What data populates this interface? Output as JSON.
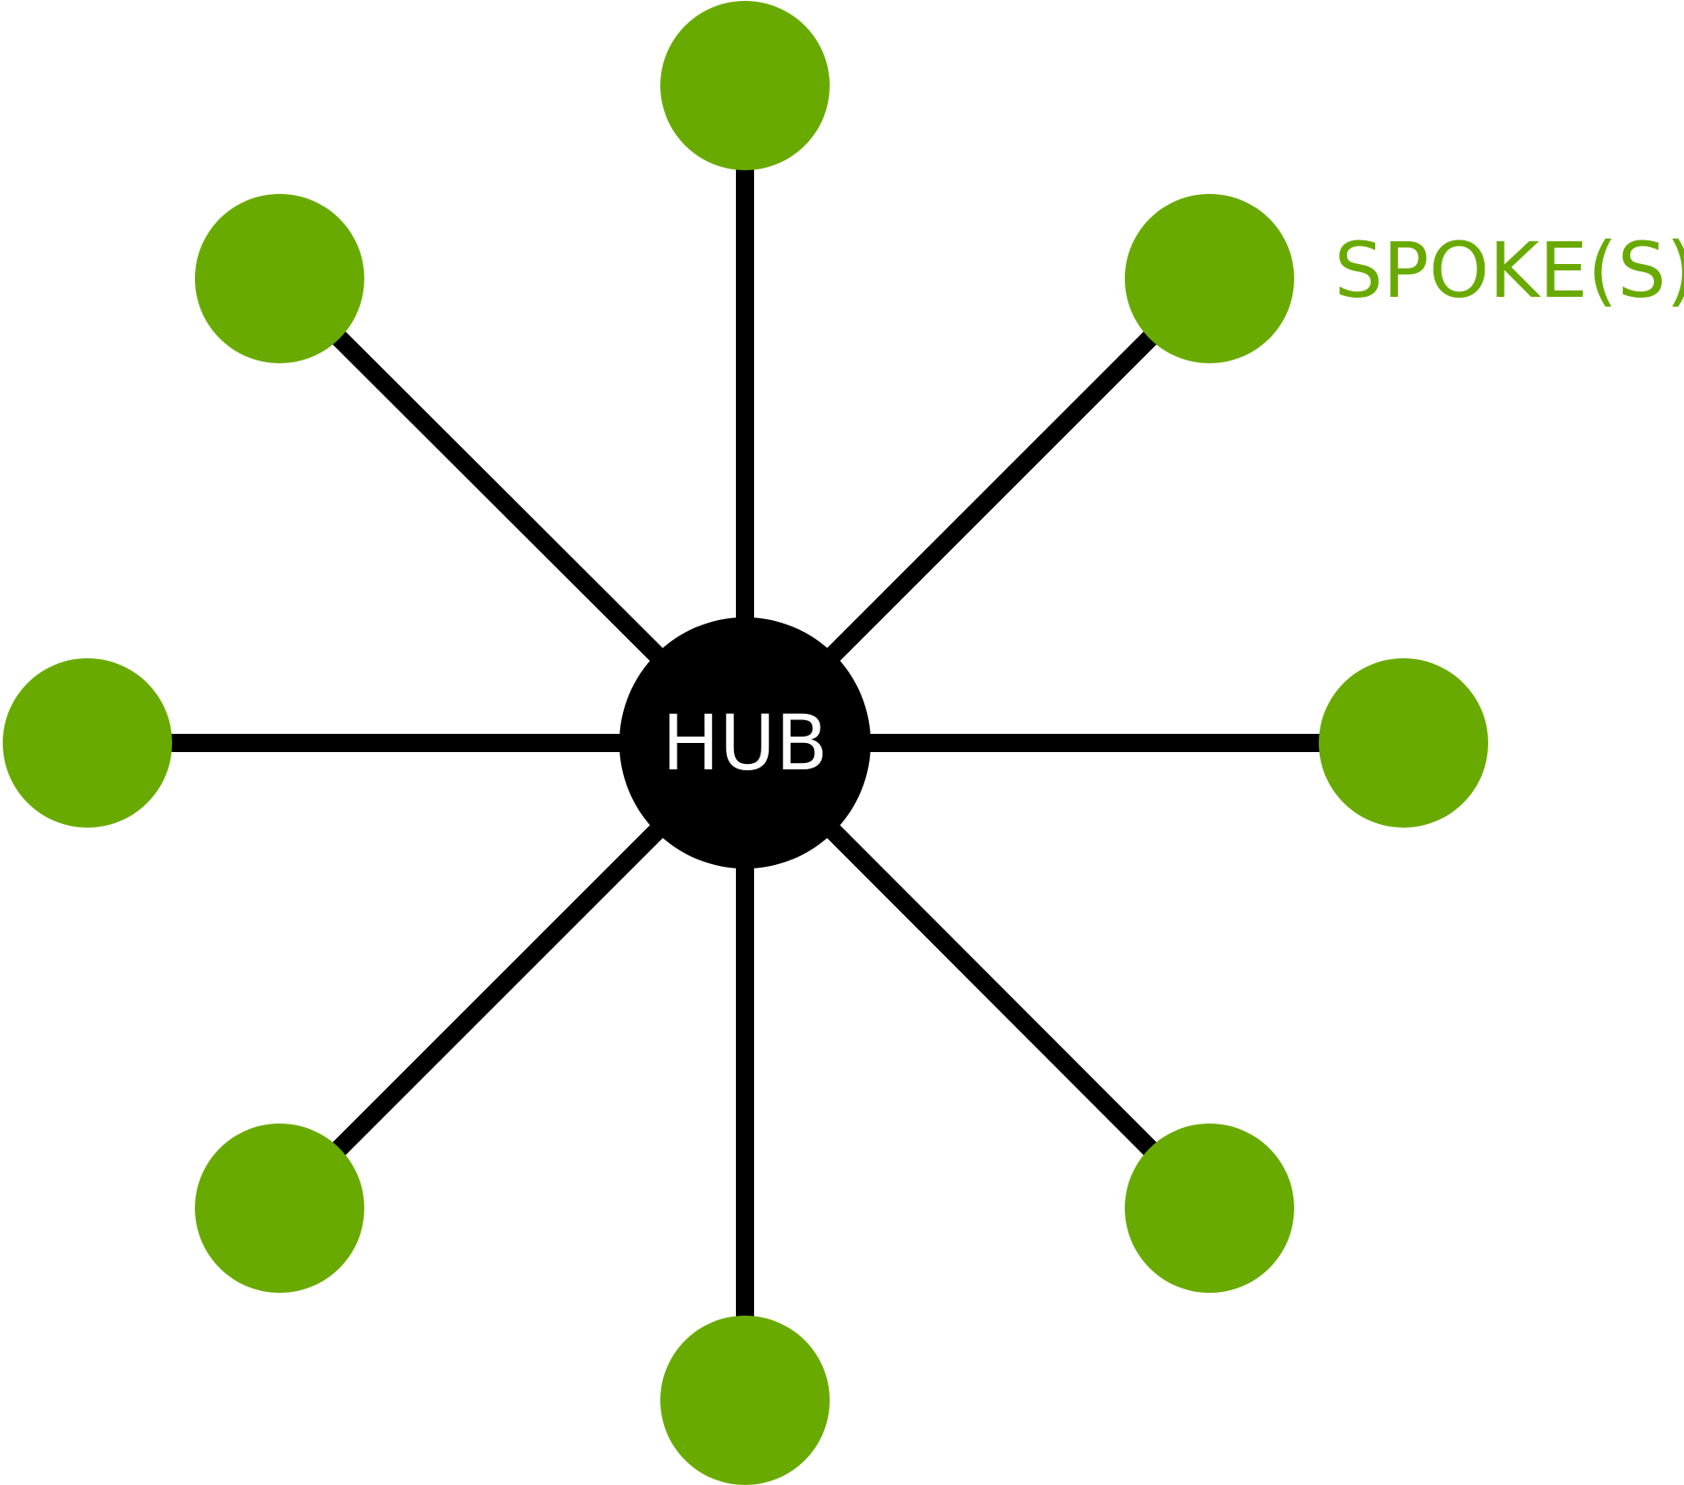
{
  "diagram": {
    "hub": {
      "label": "HUB",
      "color": "#000000",
      "text_color": "#ffffff"
    },
    "spokes_label": "SPOKE(S)",
    "spoke_color": "#69aa00",
    "edge_color": "#000000",
    "spokes": [
      {
        "direction": "north"
      },
      {
        "direction": "north-east"
      },
      {
        "direction": "east"
      },
      {
        "direction": "south-east"
      },
      {
        "direction": "south"
      },
      {
        "direction": "south-west"
      },
      {
        "direction": "west"
      },
      {
        "direction": "north-west"
      }
    ]
  }
}
